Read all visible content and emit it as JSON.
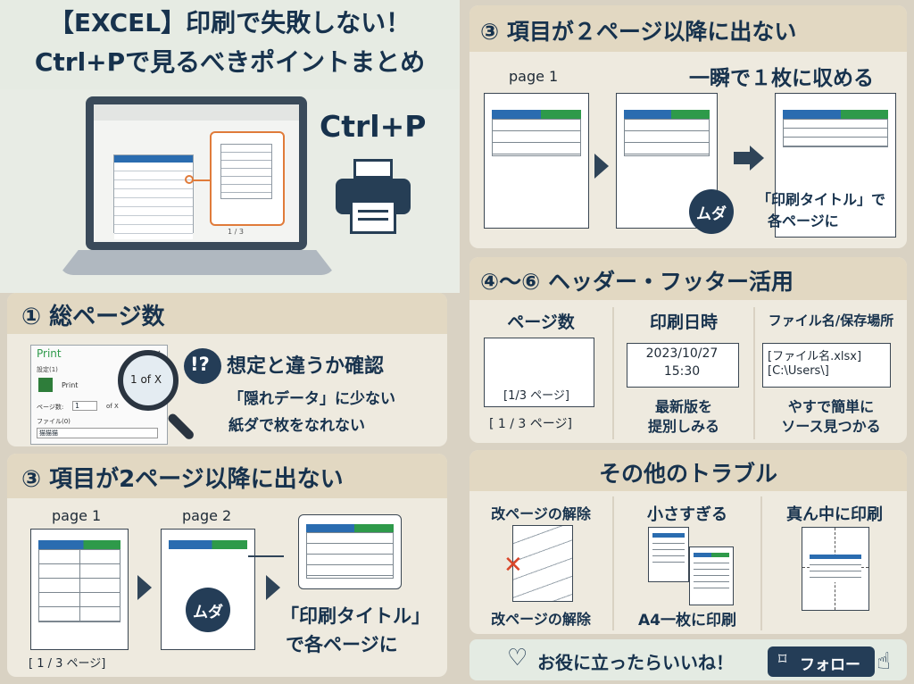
{
  "title": {
    "line1": "【EXCEL】印刷で失敗しない！",
    "line2": "Ctrl+Pで見るべきポイントまとめ"
  },
  "hero": {
    "shortcut": "Ctrl+P",
    "preview_footer": "1 / 3"
  },
  "section1": {
    "heading": "① 総ページ数",
    "dialog_title": "Print",
    "dialog_close": "×",
    "dialog_setting": "設定(1)",
    "dialog_print": "Print",
    "dialog_pages_label": "ページ数:",
    "dialog_pages_value": "1",
    "dialog_of": "of X",
    "dialog_file_label": "ファイル(0)",
    "dialog_file_value": "猫猫猫",
    "magnifier_text": "1 of X",
    "alert_mark": "!?",
    "main_text": "想定と違うか確認",
    "sub_text1": "「隠れデータ」に少ない",
    "sub_text2": "紙ダで枚をなれない"
  },
  "section3b": {
    "heading": "③ 項目が2ページ以降に出ない",
    "page1_label": "page 1",
    "page2_label": "page 2",
    "waste": "ムダ",
    "pages_note": "[ 1 / 3 ページ]",
    "caption1": "「印刷タイトル」",
    "caption2": "で各ページに"
  },
  "section3a": {
    "heading": "③ 項目が２ページ以降に出ない",
    "page1_label": "page 1",
    "subtitle": "一瞬で１枚に収める",
    "waste": "ムダ",
    "caption1": "「印刷タイトル」で",
    "caption2": "各ページに"
  },
  "section4": {
    "heading": "④～⑥ ヘッダー・フッター活用",
    "col1_title": "ページ数",
    "col1_box": "[1/3 ページ]",
    "col1_caption": "[ 1 / 3 ページ]",
    "col2_title": "印刷日時",
    "col2_date": "2023/10/27",
    "col2_time": "15:30",
    "col2_caption1": "最新版を",
    "col2_caption2": "提別しみる",
    "col3_title": "ファイル名/保存場所",
    "col3_box1": "[ファイル名.xlsx]",
    "col3_box2": "[C:\\Users\\]",
    "col3_caption1": "やすで簡単に",
    "col3_caption2": "ソース見つかる"
  },
  "section7": {
    "heading": "その他のトラブル",
    "col1_title": "改ページの解除",
    "col1_caption": "改ページの解除",
    "col2_title": "小さすぎる",
    "col2_caption": "A4一枚に印刷",
    "col3_title": "真ん中に印刷"
  },
  "footer": {
    "text": "お役に立ったらいいね！",
    "follow": "フォロー"
  },
  "colors": {
    "navy": "#17324d",
    "blue": "#2a6cb0",
    "green": "#2e9a4a",
    "orange": "#e07b3a",
    "red": "#d9462a"
  }
}
